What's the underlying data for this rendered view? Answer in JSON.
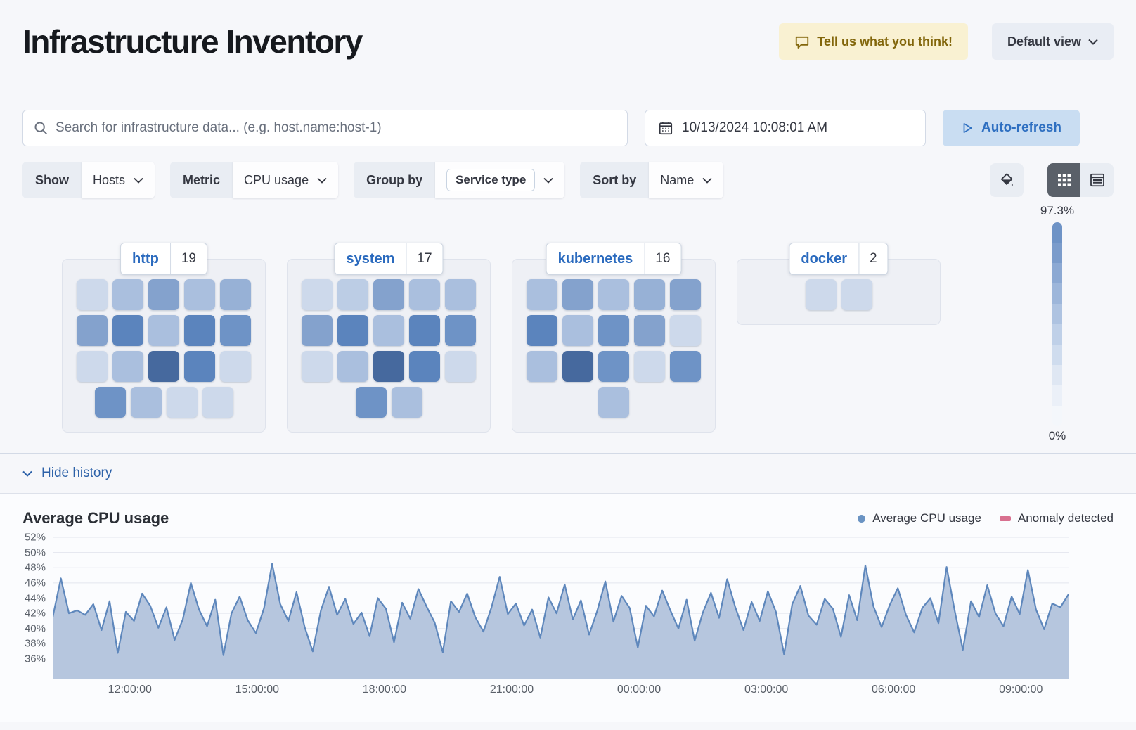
{
  "header": {
    "title": "Infrastructure Inventory",
    "feedback_label": "Tell us what you think!",
    "view_label": "Default view"
  },
  "toolbar": {
    "search_placeholder": "Search for infrastructure data... (e.g. host.name:host-1)",
    "datetime": "10/13/2024 10:08:01 AM",
    "auto_refresh_label": "Auto-refresh"
  },
  "filters": {
    "show_label": "Show",
    "show_value": "Hosts",
    "metric_label": "Metric",
    "metric_value": "CPU usage",
    "group_label": "Group by",
    "group_value": "Service type",
    "sort_label": "Sort by",
    "sort_value": "Name"
  },
  "waffle": {
    "legend_max": "97.3%",
    "legend_min": "0%",
    "legend_steps": [
      "#6e93c6",
      "#7b9ccb",
      "#8ca9d3",
      "#9db6da",
      "#aec3e1",
      "#bfd0e8",
      "#cfdcee",
      "#dfe7f3",
      "#ebf0f8",
      "#f4f7fb"
    ],
    "palette": [
      "#cdd9eb",
      "#bccde5",
      "#aabfde",
      "#97b1d6",
      "#84a2cd",
      "#6e93c6",
      "#5b84bd",
      "#46699e"
    ],
    "groups": [
      {
        "name": "http",
        "count": "19",
        "rows": [
          [
            0,
            2,
            4,
            2,
            3
          ],
          [
            4,
            6,
            2,
            6,
            5
          ],
          [
            0,
            2,
            7,
            6,
            0
          ],
          [
            5,
            2,
            0,
            0
          ]
        ]
      },
      {
        "name": "system",
        "count": "17",
        "rows": [
          [
            0,
            1,
            4,
            2,
            2
          ],
          [
            4,
            6,
            2,
            6,
            5
          ],
          [
            0,
            2,
            7,
            6,
            0
          ],
          [
            5,
            2
          ]
        ]
      },
      {
        "name": "kubernetes",
        "count": "16",
        "rows": [
          [
            2,
            4,
            2,
            3,
            4
          ],
          [
            6,
            2,
            5,
            4,
            0
          ],
          [
            2,
            7,
            5,
            0,
            5
          ],
          [
            2
          ]
        ]
      },
      {
        "name": "docker",
        "count": "2",
        "rows": [
          [
            0,
            0
          ]
        ]
      }
    ]
  },
  "history": {
    "toggle_label": "Hide history"
  },
  "chart_data": {
    "type": "area",
    "title": "Average CPU usage",
    "series_label": "Average CPU usage",
    "anomaly_label": "Anomaly detected",
    "line_color": "#5e87bc",
    "fill_color": "#b6c6de",
    "dot_color": "#6a93c3",
    "anomaly_color": "#d8708f",
    "grid_color": "#e3e6ee",
    "ylim": [
      36,
      52
    ],
    "y_ticks": [
      52,
      50,
      48,
      46,
      44,
      42,
      40,
      38,
      36
    ],
    "y_tick_suffix": "%",
    "x_ticks": [
      "12:00:00",
      "15:00:00",
      "18:00:00",
      "21:00:00",
      "00:00:00",
      "03:00:00",
      "06:00:00",
      "09:00:00"
    ],
    "x_tick_fracs": [
      0.076,
      0.2013,
      0.3266,
      0.4519,
      0.5772,
      0.7025,
      0.8278,
      0.9531
    ],
    "series": [
      {
        "name": "Average CPU usage",
        "values": [
          41.5,
          46.6,
          42.0,
          42.4,
          41.8,
          43.2,
          39.8,
          43.6,
          36.8,
          42.2,
          41.0,
          44.6,
          43.0,
          40.1,
          42.8,
          38.5,
          41.2,
          46.0,
          42.5,
          40.3,
          43.8,
          36.5,
          42.0,
          44.2,
          41.1,
          39.4,
          42.7,
          48.5,
          43.2,
          41.0,
          44.8,
          40.2,
          37.0,
          42.4,
          45.5,
          41.8,
          43.9,
          40.6,
          42.1,
          39.0,
          44.0,
          42.6,
          38.2,
          43.4,
          41.3,
          45.2,
          42.9,
          40.8,
          36.9,
          43.6,
          42.2,
          44.6,
          41.5,
          39.6,
          42.8,
          46.8,
          41.9,
          43.3,
          40.4,
          42.5,
          38.8,
          44.1,
          42.0,
          45.8,
          41.2,
          43.7,
          39.2,
          42.3,
          46.2,
          40.9,
          44.3,
          42.7,
          37.5,
          43.0,
          41.6,
          45.0,
          42.4,
          40.0,
          43.8,
          38.4,
          42.1,
          44.7,
          41.4,
          46.5,
          42.8,
          39.8,
          43.5,
          41.0,
          44.9,
          42.2,
          36.6,
          43.2,
          45.6,
          41.7,
          40.5,
          43.9,
          42.6,
          38.9,
          44.4,
          41.1,
          48.3,
          42.9,
          40.2,
          43.1,
          45.3,
          41.8,
          39.5,
          42.7,
          44.0,
          40.7,
          48.1,
          42.3,
          37.2,
          43.6,
          41.5,
          45.7,
          42.0,
          40.3,
          44.2,
          41.9,
          47.7,
          42.5,
          39.9,
          43.3,
          42.8,
          44.5
        ]
      }
    ]
  }
}
